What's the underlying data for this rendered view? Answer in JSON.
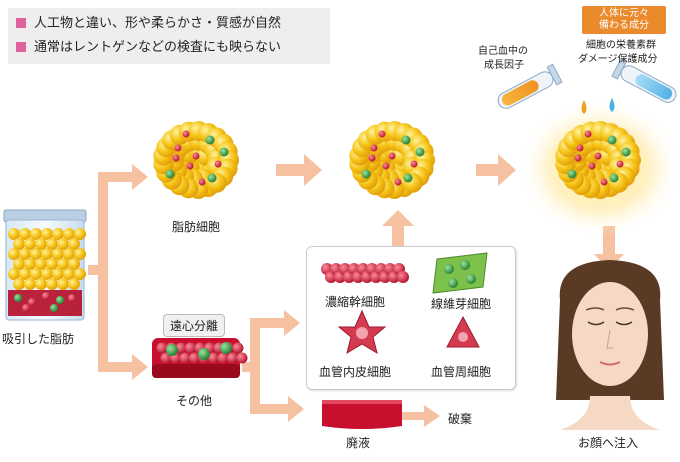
{
  "notes": [
    "人工物と違い、形や柔らかさ・質感が自然",
    "通常はレントゲンなどの検査にも映らない"
  ],
  "labels": {
    "aspirated_fat": "吸引した脂肪",
    "fat_cells": "脂肪細胞",
    "centrifuge": "遠心分離",
    "other": "その他",
    "stem_cells": "濃縮幹細胞",
    "fibroblasts": "線維芽細胞",
    "endothelial": "血管内皮細胞",
    "pericytes": "血管周細胞",
    "waste_liquid": "廃液",
    "discard": "破棄",
    "face_injection": "お顔へ注入",
    "growth_factor_line1": "自己血中の",
    "growth_factor_line2": "成長因子",
    "badge_line1": "人体に元々",
    "badge_line2": "備わる成分",
    "nutrients_line1": "細胞の栄養素群",
    "nutrients_line2": "ダメージ保護成分"
  },
  "colors": {
    "arrow": "#f6c1a0",
    "fat_yellow": "#f5c518",
    "fat_orange": "#eda10c",
    "red_cell": "#c8102e",
    "green_cell": "#2e8b3a",
    "accent_pink": "#e0609a",
    "badge_orange": "#ea8a2c"
  }
}
